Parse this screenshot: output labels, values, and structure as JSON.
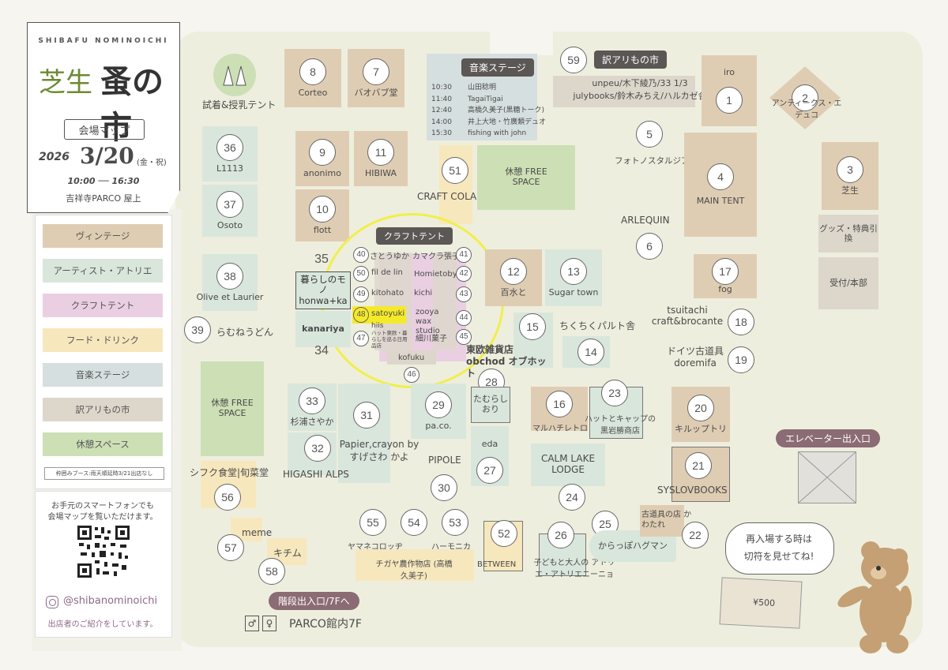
{
  "header": {
    "romaji": "SHIBAFU NOMINOICHI",
    "title_jp_left": "芝生",
    "title_jp_right": "蚤の市",
    "map_label": "会場マップ",
    "date_year": "2026",
    "date": "3/20",
    "weekday": "(金・祝)",
    "time": "10:00 ── 16:30",
    "venue": "吉祥寺PARCO 屋上"
  },
  "legend": {
    "items": [
      {
        "label": "ヴィンテージ",
        "color": "#dfcdb3"
      },
      {
        "label": "アーティスト・アトリエ",
        "color": "#d9e6dc"
      },
      {
        "label": "クラフトテント",
        "color": "#eacfe3"
      },
      {
        "label": "フード・ドリンク",
        "color": "#f7e7bd"
      },
      {
        "label": "音楽ステージ",
        "color": "#d6dfdf"
      },
      {
        "label": "訳アリもの市",
        "color": "#ddd7cb"
      },
      {
        "label": "休憩スペース",
        "color": "#cddfb5"
      }
    ],
    "note": "枠囲みブース:雨天順延時3/21出店なし"
  },
  "qr_panel": {
    "text1": "お手元のスマートフォンでも",
    "text2": "会場マップを覧いただけます。",
    "instagram": "@shibanominoichi",
    "instagram_sub": "出店者のご紹介をしています。"
  },
  "labels": {
    "nursing": "試着&授乳テント",
    "music_stage": "音楽ステージ",
    "wake_ari": "訳アリもの市",
    "craft_tent": "クラフトテント",
    "elevator": "エレベーター出入口",
    "stairs": "階段出入口/7Fへ",
    "parco7f": "PARCO館内7F",
    "reentry1": "再入場する時は",
    "reentry2": "切符を見せてね!",
    "ticket_price": "¥500"
  },
  "stage_schedule": [
    {
      "time": "10:30",
      "act": "山田稔明"
    },
    {
      "time": "11:40",
      "act": "TagaiTigai"
    },
    {
      "time": "12:40",
      "act": "高橋久美子(黒糖トーク)"
    },
    {
      "time": "14:00",
      "act": "井上大地・竹廣類デュオ"
    },
    {
      "time": "15:30",
      "act": "fishing with john"
    }
  ],
  "booths": {
    "b1": "iro",
    "b2": "アンティークス・エデュコ",
    "b3": "芝生",
    "b4": "MAIN TENT",
    "b5": "フォトノスタルジア",
    "b6": "ARLEQUIN",
    "b7": "バオバブ堂",
    "b8": "Corteo",
    "b9": "anonimo",
    "b10": "flott",
    "b11": "HIBIWA",
    "b12": "百水と",
    "b13": "Sugar town",
    "b14": "ちくちくパルト舎",
    "b15": "東欧雑貨店 obchod オブホット",
    "b16": "マルハチレトロ",
    "b17": "fog",
    "b18": "tsuitachi craft&brocante",
    "b19": "ドイツ古道具 doremifa",
    "b20": "キルップトリ",
    "b21": "SYSLOVBOOKS",
    "b22": "古道具の店 かわたれ",
    "b23": "ハットとキャップの 黒岩勝商店",
    "b24": "CALM LAKE LODGE",
    "b25": "からっぽハグマン",
    "b26": "子どもと大人の アトリエ・アトリエニーニョ",
    "b27": "eda",
    "b28": "たむらしおり",
    "b29": "pa.co.",
    "b30": "PIPOLE",
    "b31": "Papier,crayon by すげさわ かよ",
    "b32": "HIGASHI ALPS",
    "b33": "杉浦さやか",
    "b34": "kanariya",
    "b35": "暮らしのモノ honwa+ka",
    "b36": "L1113",
    "b37": "Osoto",
    "b38": "Olive et Laurier",
    "b39": "らむねうどん",
    "b40": "さとうゆか",
    "b41": "カマクラ張子",
    "b42": "Homietoby",
    "b43": "kichi",
    "b44": "zooya wax studio",
    "b45": "細川菓子",
    "b46": "kofuku",
    "b47": "ハット東欧・暮らしを巡る日用品店",
    "b48": "satoyuki",
    "b47b": "hiis",
    "b49": "kitohato",
    "b50": "fil de lin",
    "b51": "CRAFT COLA hour",
    "b52": "BETWEEN",
    "b53": "ハーモニカ",
    "b54": "チガヤ農作物店 (高橋久美子)",
    "b55": "ヤマネコロッヂ",
    "b56": "シフク食堂|旬菜堂",
    "b57": "meme",
    "b58": "キチム",
    "b59": "unpeu/木下綾乃/33 1/3 julybooks/鈴木みちえ/ハルカゼ舎",
    "rest1": "休憩 FREE SPACE",
    "rest2": "休憩 FREE SPACE",
    "goods": "グッズ・特典引換",
    "reception": "受付/本部"
  }
}
